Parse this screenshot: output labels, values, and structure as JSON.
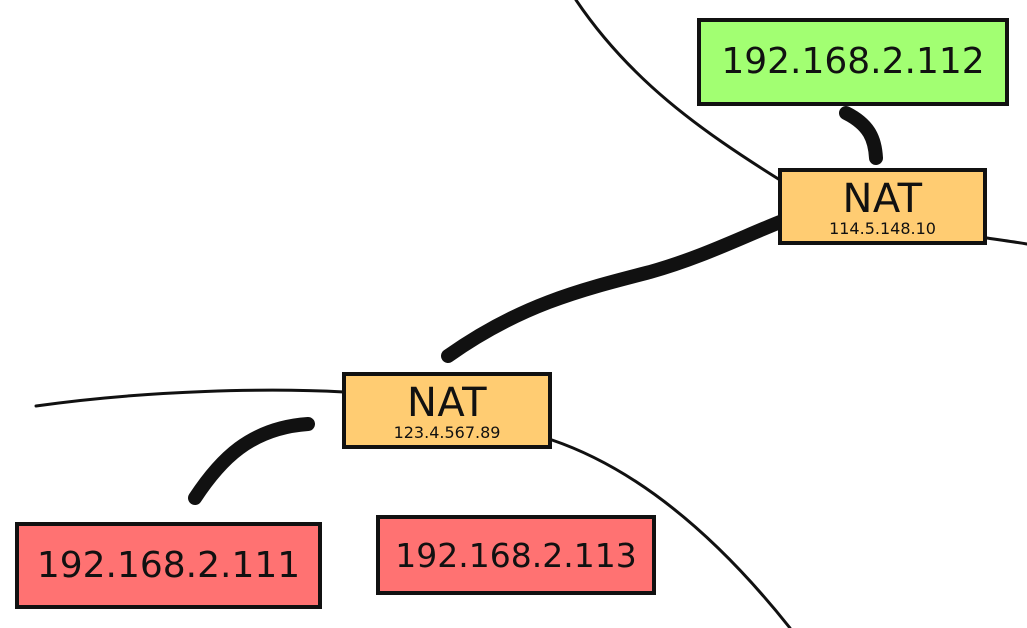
{
  "colors": {
    "nat_fill": "#ffcc72",
    "host_connected_fill": "#a2ff72",
    "host_blocked_fill": "#ff7272",
    "stroke": "#111111"
  },
  "nat_top": {
    "title": "NAT",
    "ip": "114.5.148.10"
  },
  "nat_bottom": {
    "title": "NAT",
    "ip": "123.4.567.89"
  },
  "hosts": {
    "host_112": {
      "ip": "192.168.2.112"
    },
    "host_111": {
      "ip": "192.168.2.111"
    },
    "host_113": {
      "ip": "192.168.2.113"
    }
  }
}
